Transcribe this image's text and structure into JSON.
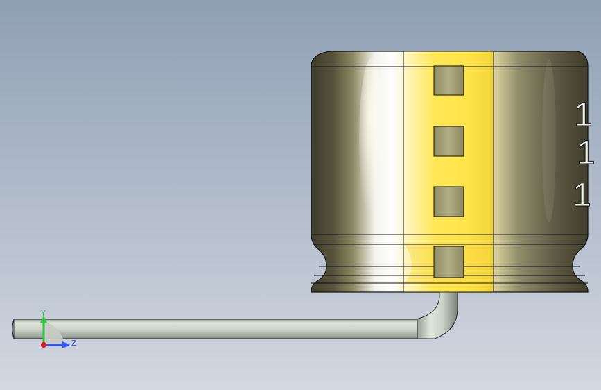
{
  "viewport": {
    "background_top": "#8f9fb4",
    "background_bottom": "#d3d8e1"
  },
  "model": {
    "body_dark": "#3c3a28",
    "body_mid": "#7d7a58",
    "body_light": "#f1f2e8",
    "sleeve_color": "#ffe44a",
    "sleeve_highlight": "#fff6a8",
    "lead_color": "#c6d0c5",
    "lead_shadow": "#8f9a90",
    "outline_color": "#111111",
    "vent_fill": "#9a9670",
    "markings": [
      "1",
      "1",
      "1"
    ]
  },
  "triad": {
    "y_label": "Y",
    "z_label": "Z",
    "y_color": "#2ccc3d",
    "z_color": "#2f56ff",
    "x_color": "#e41e1e"
  }
}
